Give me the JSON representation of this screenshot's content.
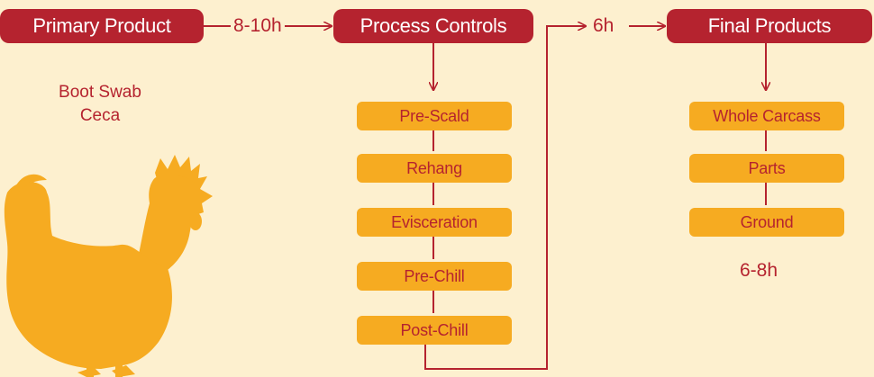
{
  "stages": {
    "primary": "Primary Product",
    "process": "Process Controls",
    "final": "Final Products"
  },
  "times": {
    "primary_to_process": "8-10h",
    "process_to_final": "6h",
    "final_duration": "6-8h"
  },
  "primary_samples": [
    "Boot Swab",
    "Ceca"
  ],
  "process_steps": [
    "Pre-Scald",
    "Rehang",
    "Evisceration",
    "Pre-Chill",
    "Post-Chill"
  ],
  "final_steps": [
    "Whole Carcass",
    "Parts",
    "Ground"
  ],
  "colors": {
    "background": "#fdf0cf",
    "stage_fill": "#b5232f",
    "step_fill": "#f6ab21",
    "chicken": "#f6ab21",
    "connector": "#b5232f"
  },
  "icons": [
    "chicken-silhouette-icon"
  ]
}
